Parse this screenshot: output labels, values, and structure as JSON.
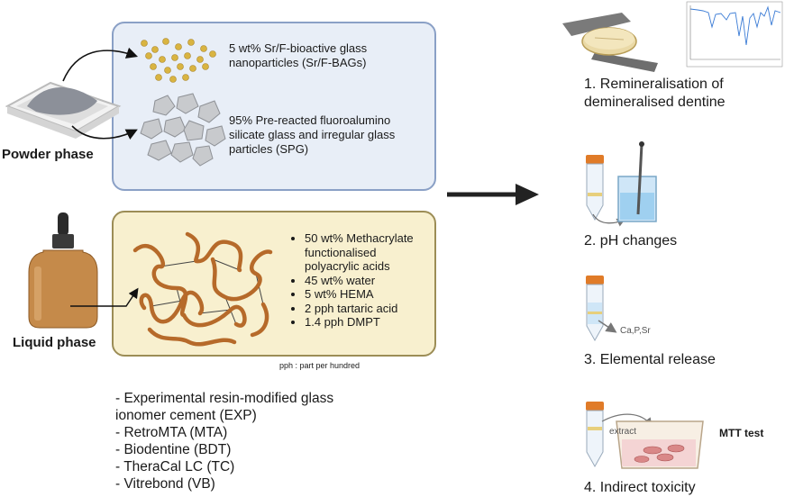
{
  "powder": {
    "label": "Powder phase",
    "components": [
      "5 wt% Sr/F-bioactive glass\nnanoparticles (Sr/F-BAGs)",
      "95% Pre-reacted fluoroalumino\nsilicate glass and irregular glass\nparticles (SPG)"
    ]
  },
  "liquid": {
    "label": "Liquid phase",
    "components": [
      "50 wt% Methacrylate\nfunctionalised\npolyacrylic acids",
      "45 wt% water",
      "5 wt% HEMA",
      "2 pph tartaric acid",
      "1.4 pph DMPT"
    ],
    "note": "pph : part per hundred"
  },
  "groups": [
    "- Experimental resin-modified glass\nionomer cement (EXP)",
    "-  RetroMTA (MTA)",
    "- Biodentine (BDT)",
    "- TheraCal LC (TC)",
    "- Vitrebond (VB)"
  ],
  "outcomes": [
    "1. Remineralisation of\ndemineralised dentine",
    "2. pH changes",
    "3. Elemental release",
    "4. Indirect toxicity"
  ],
  "annotations": {
    "elements": "Ca,P,Sr",
    "extract": "extract",
    "mtt": "MTT test"
  }
}
